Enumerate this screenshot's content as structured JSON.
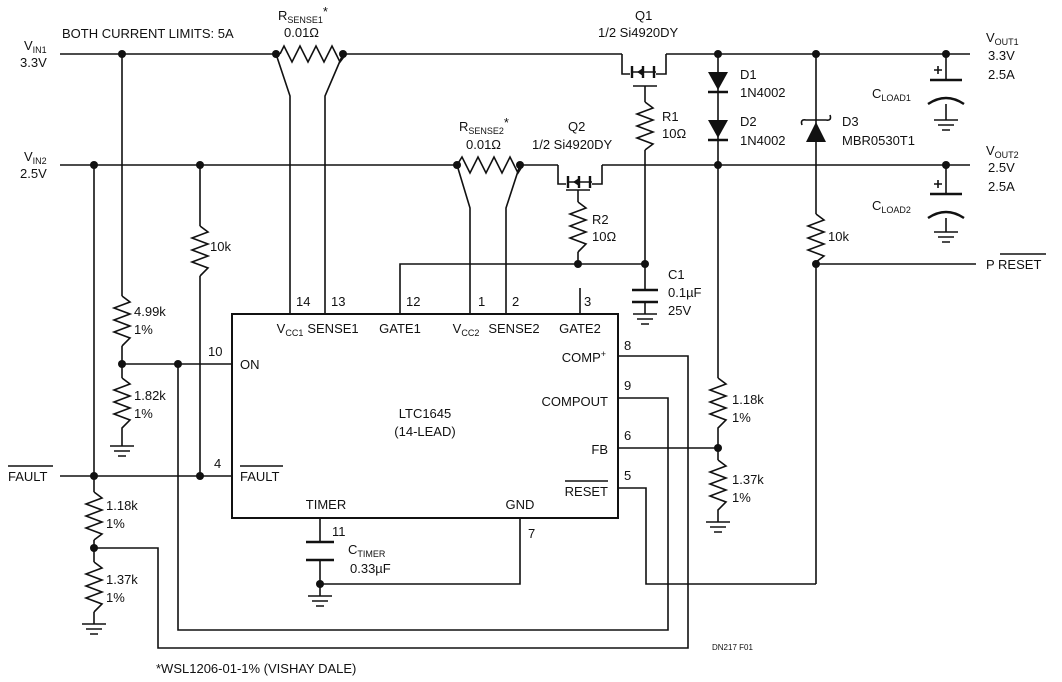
{
  "header": {
    "limits_text": "BOTH CURRENT LIMITS: 5A",
    "footnote": "*WSL1206-01-1% (VISHAY DALE)",
    "doc_id": "DN217 F01"
  },
  "inputs": {
    "vin1_main": "V",
    "vin1_sub": "IN1",
    "vin1_value": "3.3V",
    "vin2_main": "V",
    "vin2_sub": "IN2",
    "vin2_value": "2.5V",
    "fault": "FAULT"
  },
  "outputs": {
    "vout1_main": "V",
    "vout1_sub": "OUT1",
    "vout1_v": "3.3V",
    "vout1_i": "2.5A",
    "vout2_main": "V",
    "vout2_sub": "OUT2",
    "vout2_v": "2.5V",
    "vout2_i": "2.5A",
    "preset": "P RESET"
  },
  "components": {
    "rsense1_main": "R",
    "rsense1_sub": "SENSE1",
    "rsense1_star": "*",
    "rsense1_value": "0.01Ω",
    "rsense2_main": "R",
    "rsense2_sub": "SENSE2",
    "rsense2_star": "*",
    "rsense2_value": "0.01Ω",
    "q1_name": "Q1",
    "q1_part": "1/2 Si4920DY",
    "q2_name": "Q2",
    "q2_part": "1/2 Si4920DY",
    "r1_name": "R1",
    "r1_value": "10Ω",
    "r2_name": "R2",
    "r2_value": "10Ω",
    "d1_name": "D1",
    "d1_part": "1N4002",
    "d2_name": "D2",
    "d2_part": "1N4002",
    "d3_name": "D3",
    "d3_part": "MBR0530T1",
    "cload1_main": "C",
    "cload1_sub": "LOAD1",
    "cload2_main": "C",
    "cload2_sub": "LOAD2",
    "c1_name": "C1",
    "c1_value": "0.1µF",
    "c1_voltage": "25V",
    "ctimer_main": "C",
    "ctimer_sub": "TIMER",
    "ctimer_value": "0.33µF",
    "r_10k_left": "10k",
    "r_10k_right": "10k",
    "r_499k_value": "4.99k",
    "r_499k_tol": "1%",
    "r_182k_value": "1.82k",
    "r_182k_tol": "1%",
    "r_118k_left_value": "1.18k",
    "r_118k_left_tol": "1%",
    "r_137k_left_value": "1.37k",
    "r_137k_left_tol": "1%",
    "r_118k_right_value": "1.18k",
    "r_118k_right_tol": "1%",
    "r_137k_right_value": "1.37k",
    "r_137k_right_tol": "1%"
  },
  "ic": {
    "name": "LTC1645",
    "package": "(14-LEAD)",
    "pins": {
      "vcc1_main": "V",
      "vcc1_sub": "CC1",
      "vcc1_num": "14",
      "sense1": "SENSE1",
      "sense1_num": "13",
      "gate1": "GATE1",
      "gate1_num": "12",
      "vcc2_main": "V",
      "vcc2_sub": "CC2",
      "vcc2_num": "1",
      "sense2": "SENSE2",
      "sense2_num": "2",
      "gate2": "GATE2",
      "gate2_num": "3",
      "on": "ON",
      "on_num": "10",
      "fault": "FAULT",
      "fault_num": "4",
      "comp_plus_main": "COMP",
      "comp_plus_sup": "+",
      "comp_plus_num": "8",
      "compout": "COMPOUT",
      "compout_num": "9",
      "fb": "FB",
      "fb_num": "6",
      "reset": "RESET",
      "reset_num": "5",
      "timer": "TIMER",
      "timer_num": "11",
      "gnd": "GND",
      "gnd_num": "7"
    }
  }
}
